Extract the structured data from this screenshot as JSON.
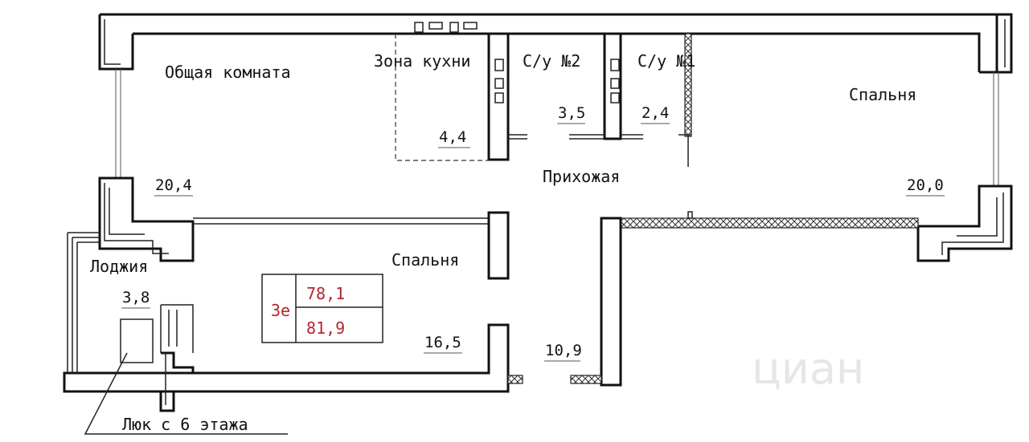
{
  "rooms": {
    "living": {
      "name": "Общая комната",
      "area": "20,4"
    },
    "kitchen": {
      "name": "Зона кухни",
      "area": "4,4"
    },
    "bath2": {
      "name": "С/у №2",
      "area": "3,5"
    },
    "bath1": {
      "name": "С/у №1",
      "area": "2,4"
    },
    "bedroom_right": {
      "name": "Спальня",
      "area": "20,0"
    },
    "hall": {
      "name": "Прихожая",
      "area": "10,9"
    },
    "bedroom_bottom": {
      "name": "Спальня",
      "area": "16,5"
    },
    "loggia": {
      "name": "Лоджия",
      "area": "3,8"
    }
  },
  "summary": {
    "type": "3е",
    "living_area": "78,1",
    "total_area": "81,9"
  },
  "hatch_note": "Люк с 6 этажа",
  "watermark": "циан",
  "colors": {
    "summary_text": "#b3262e",
    "walls": "#111111"
  }
}
